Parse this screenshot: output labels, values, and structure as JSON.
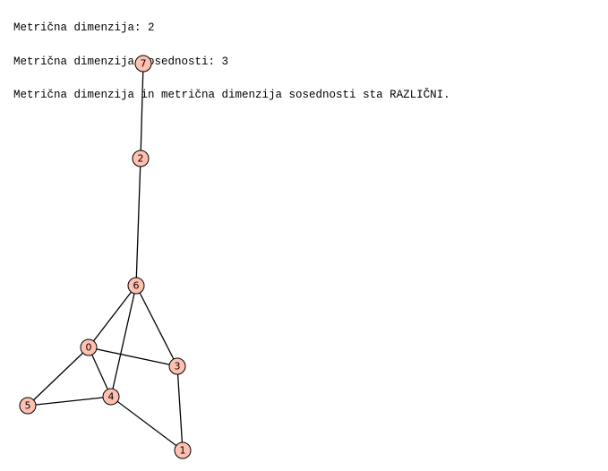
{
  "output": {
    "lines": [
      "Metrična dimenzija: 2",
      "Metrična dimenzija sosednosti: 3",
      "Metrična dimenzija in metrična dimenzija sosednosti sta RAZLIČNI."
    ]
  },
  "graph": {
    "vertices": [
      "0",
      "1",
      "2",
      "3",
      "4",
      "5",
      "6",
      "7"
    ],
    "edges": [
      [
        "7",
        "2"
      ],
      [
        "2",
        "6"
      ],
      [
        "6",
        "0"
      ],
      [
        "6",
        "3"
      ],
      [
        "6",
        "4"
      ],
      [
        "0",
        "3"
      ],
      [
        "0",
        "4"
      ],
      [
        "0",
        "5"
      ],
      [
        "5",
        "4"
      ],
      [
        "4",
        "1"
      ],
      [
        "3",
        "1"
      ]
    ],
    "colors": {
      "node_fill": "#ffc0b0",
      "node_stroke": "#000000",
      "edge": "#000000",
      "label": "#000000"
    }
  }
}
